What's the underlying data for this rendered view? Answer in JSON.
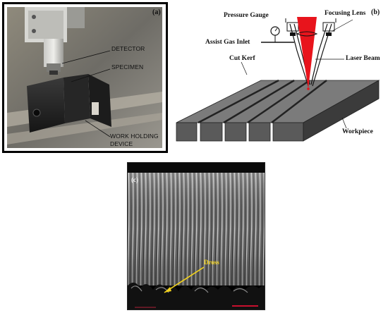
{
  "panel_a": {
    "label": "(a)",
    "callouts": {
      "detector": "DETECTOR",
      "specimen": "SPECIMEN",
      "work_holding_line1": "WORK HOLDING",
      "work_holding_line2": "DEVICE"
    }
  },
  "panel_b": {
    "label": "(b)",
    "callouts": {
      "pressure_gauge": "Pressure Gauge",
      "focusing_lens": "Focusing Lens",
      "assist_gas": "Assist Gas Inlet",
      "laser_beam": "Laser Beam",
      "cut_kerf": "Cut Kerf",
      "workpiece": "Workpiece"
    },
    "colors": {
      "beam": "#e8141c",
      "block_top": "#7a7a7a",
      "block_front": "#5b5b5b",
      "block_side": "#3a3a3a"
    }
  },
  "panel_c": {
    "label": "(c)",
    "callouts": {
      "dross": "Dross"
    },
    "colors": {
      "dross_label": "#f2d21b",
      "arrow": "#f2d21b",
      "scale_bar": "#c8102e"
    }
  }
}
